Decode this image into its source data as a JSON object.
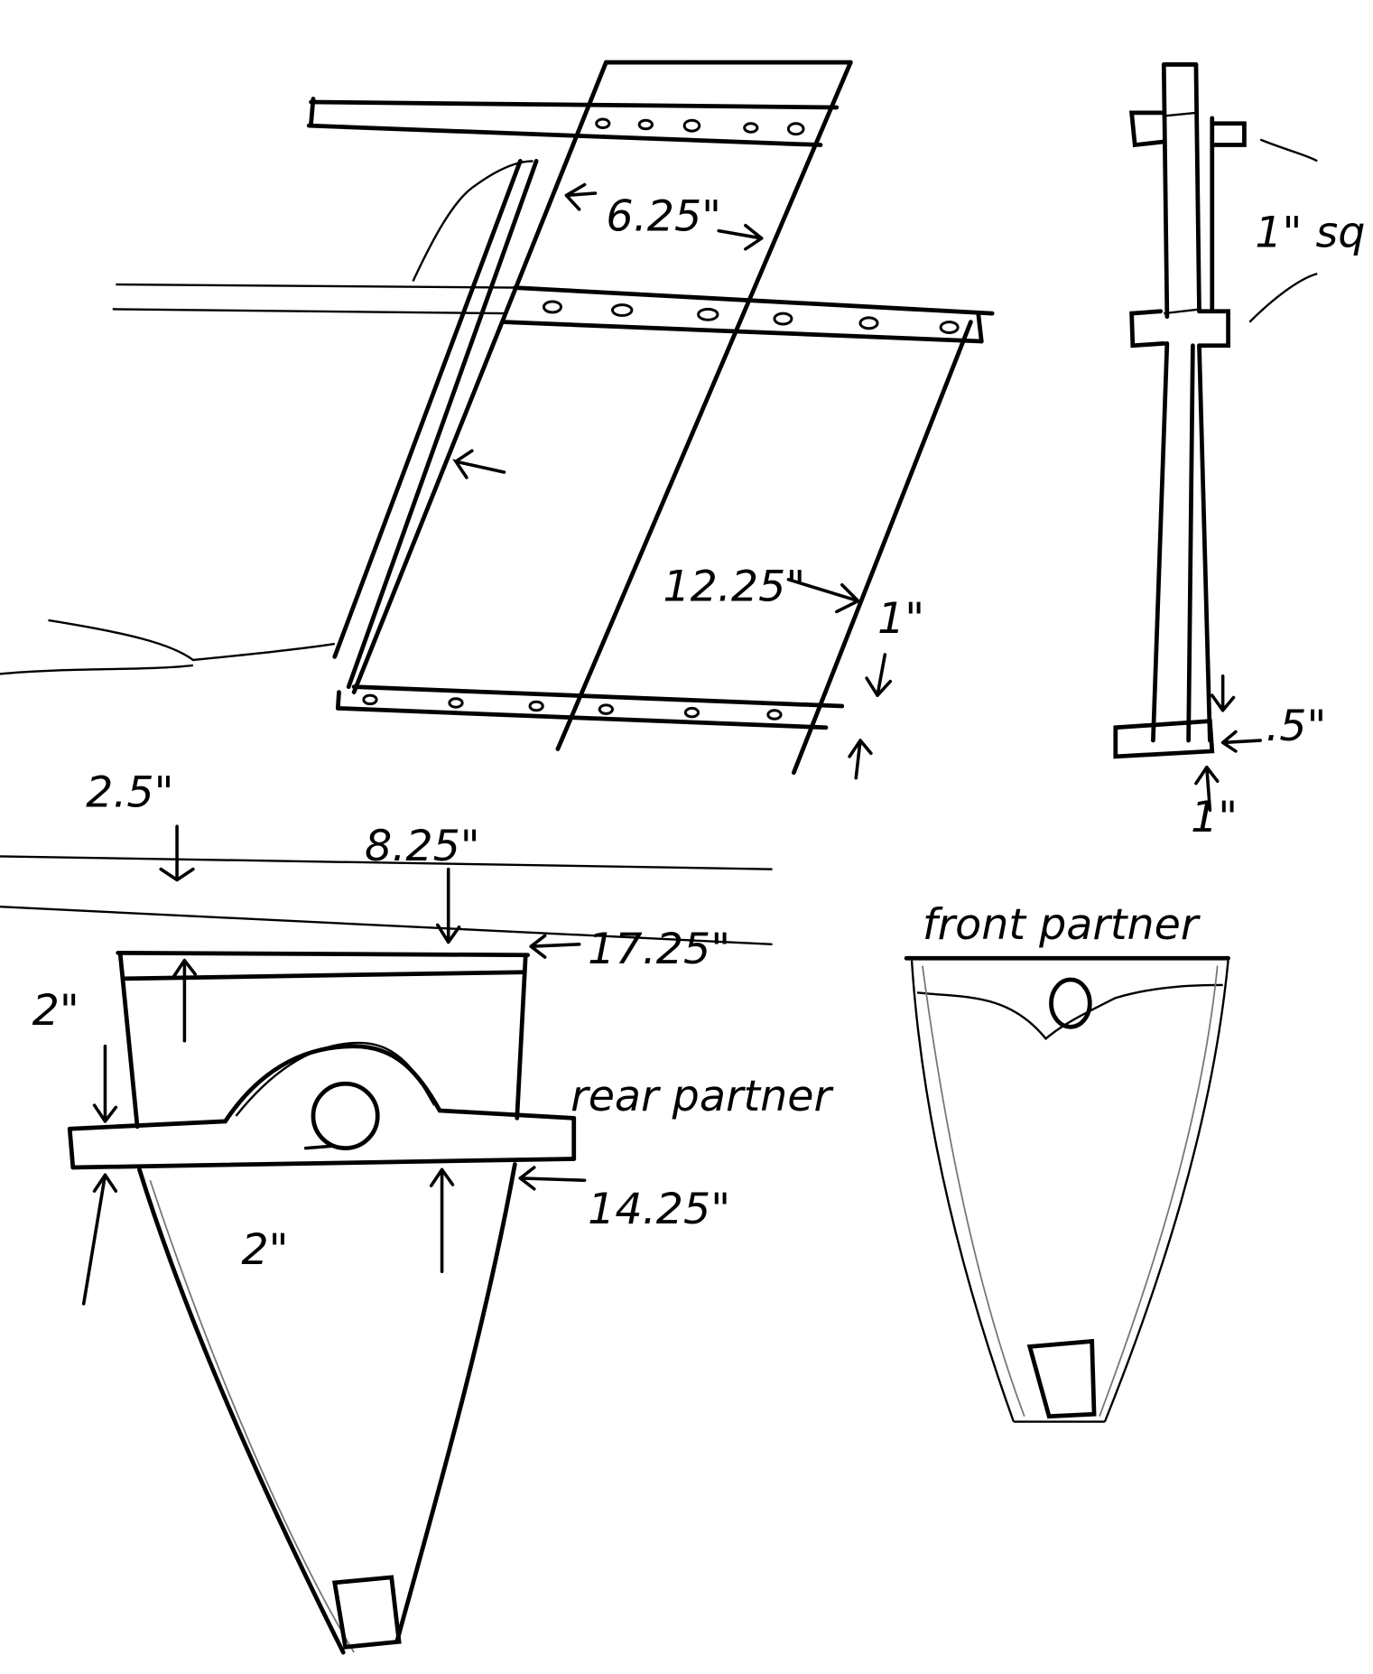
{
  "top_view": {
    "width_label": "6.25\"",
    "length_label": "12.25\"",
    "strip_label": "1\""
  },
  "side_view": {
    "post_label": "1\" sq",
    "tab_label": ".5\"",
    "base_label": "1\""
  },
  "rear_partner": {
    "title": "rear partner",
    "offset_label": "2.5\"",
    "top_label": "8.25\"",
    "top_width_label": "17.25\"",
    "height_label": "2\"",
    "bar_width_label": "14.25\"",
    "hole_label": "2\""
  },
  "front_partner": {
    "title": "front partner"
  },
  "colors": {
    "ink": "#000000",
    "paper": "#ffffff"
  }
}
